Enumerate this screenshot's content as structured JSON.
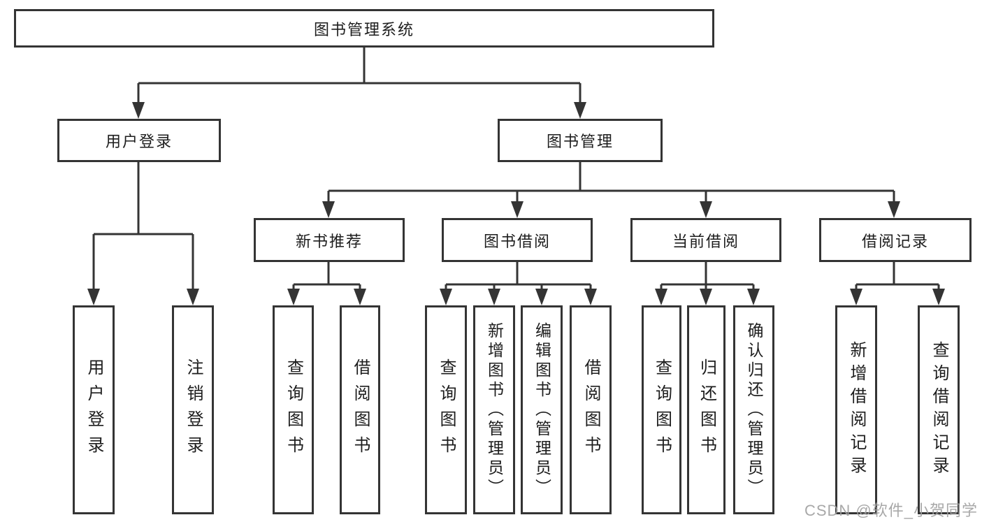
{
  "diagram": {
    "root": {
      "label": "图书管理系统"
    },
    "branches": [
      {
        "label": "用户登录",
        "children": [
          {
            "label": "用户登录"
          },
          {
            "label": "注销登录"
          }
        ]
      },
      {
        "label": "图书管理",
        "sections": [
          {
            "label": "新书推荐",
            "children": [
              {
                "label": "查询图书"
              },
              {
                "label": "借阅图书"
              }
            ]
          },
          {
            "label": "图书借阅",
            "children": [
              {
                "label": "查询图书"
              },
              {
                "label": "新增图书（管理员）"
              },
              {
                "label": "编辑图书（管理员）"
              },
              {
                "label": "借阅图书"
              }
            ]
          },
          {
            "label": "当前借阅",
            "children": [
              {
                "label": "查询图书"
              },
              {
                "label": "归还图书"
              },
              {
                "label": "确认归还（管理员）"
              }
            ]
          },
          {
            "label": "借阅记录",
            "children": [
              {
                "label": "新增借阅记录"
              },
              {
                "label": "查询借阅记录"
              }
            ]
          }
        ]
      }
    ]
  },
  "watermark": {
    "text": "CSDN @软件_小贺同学"
  },
  "colors": {
    "line": "#343434",
    "text": "#1d1d1d",
    "background": "#ffffff",
    "watermark": "#9e9e9e"
  }
}
